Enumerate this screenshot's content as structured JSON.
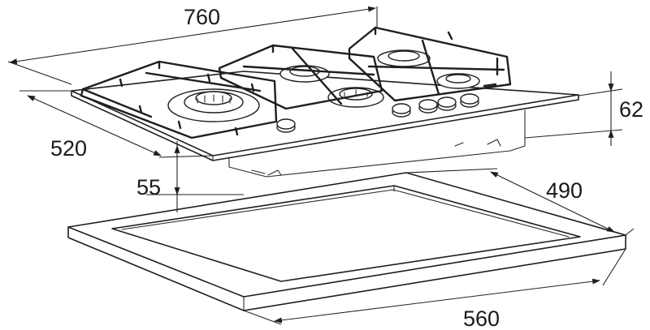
{
  "diagram": {
    "subject": "built-in gas cooktop with cutout frame",
    "stroke_color": "#1e1e1e",
    "background_color": "#ffffff",
    "dimensions": {
      "width": "760",
      "depth": "520",
      "height": "62",
      "gap": "55",
      "cutout_depth": "490",
      "cutout_width": "560"
    }
  }
}
